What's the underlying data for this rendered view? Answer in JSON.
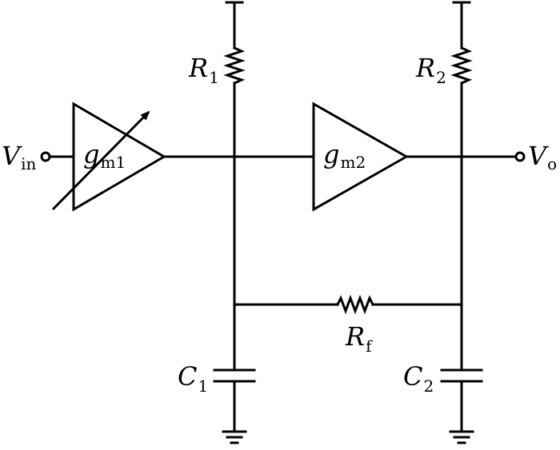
{
  "labels": {
    "vin": {
      "main": "V",
      "sub": "in"
    },
    "vo": {
      "main": "V",
      "sub": "o"
    },
    "r1": {
      "main": "R",
      "sub": "1"
    },
    "r2": {
      "main": "R",
      "sub": "2"
    },
    "rf": {
      "main": "R",
      "sub": "f"
    },
    "c1": {
      "main": "C",
      "sub": "1"
    },
    "c2": {
      "main": "C",
      "sub": "2"
    },
    "gm1": {
      "main": "g",
      "sub": "m1"
    },
    "gm2": {
      "main": "g",
      "sub": "m2"
    }
  },
  "colors": {
    "stroke": "#000000",
    "background": "#ffffff"
  }
}
